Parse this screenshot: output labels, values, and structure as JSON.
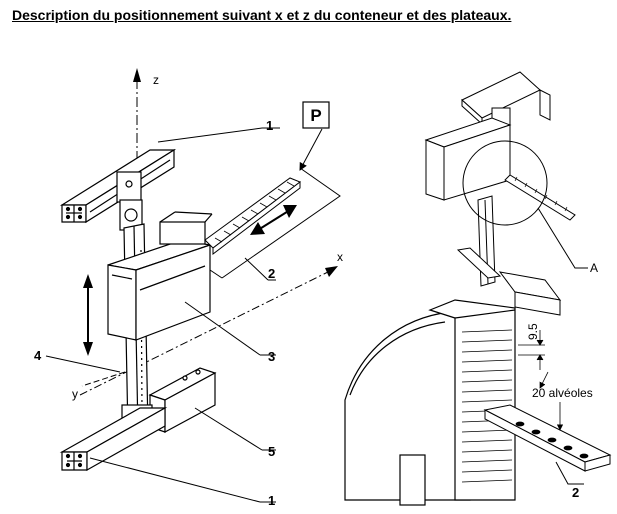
{
  "title": "Description du positionnement suivant x et z du conteneur et des plateaux.",
  "axes": {
    "z": "z",
    "x": "x",
    "y": "y"
  },
  "plan_label": "P",
  "detail_label": "A",
  "callouts": {
    "c1_top": "1",
    "c1_bottom": "1",
    "c2": "2",
    "c3": "3",
    "c4": "4",
    "c5": "5",
    "c2_detail": "2"
  },
  "dimension": "9.5",
  "alveoles_label": "20 alvéoles"
}
